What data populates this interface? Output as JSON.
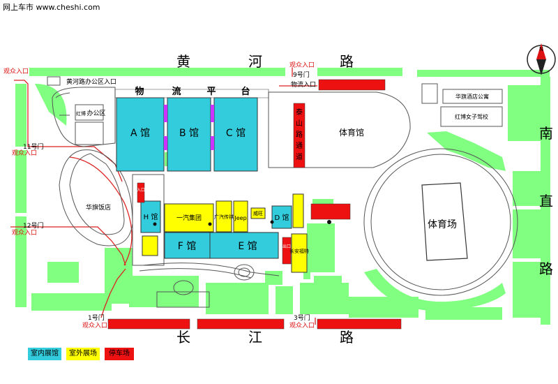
{
  "site": "网上车市 www.cheshi.com",
  "roads": {
    "north": [
      "黄",
      "河",
      "路"
    ],
    "south": [
      "长",
      "江",
      "路"
    ],
    "east": [
      "南",
      "直",
      "路"
    ],
    "logistics": [
      "物",
      "流",
      "平",
      "台"
    ],
    "taishan": [
      "泰",
      "山",
      "路",
      "通",
      "道"
    ]
  },
  "gates": {
    "visitor_entrance": "观众入口",
    "gate9": "9号门",
    "logistics_entrance": "物流入口",
    "huanghe_office_entrance": "黄河路办公区入口",
    "gate11": "11号门",
    "gate12": "12号门",
    "gate1": "1号门",
    "gate3": "3号门",
    "entrance_short": "入口",
    "exit_short": "出口"
  },
  "buildings": {
    "hall_a": "A 馆",
    "hall_b": "B 馆",
    "hall_c": "C 馆",
    "hall_d": "D 馆",
    "hall_e": "E 馆",
    "hall_f": "F 馆",
    "hall_h": "H 馆",
    "gymnasium": "体育馆",
    "stadium": "体育场",
    "huaqi_hotel": "华旗饭店",
    "office_area": "办公区",
    "hongbo": "红博",
    "huaqi_apartment": "华旗酒店公寓",
    "hongbo_school": "红博女子驾校",
    "faw": "一汽集团",
    "gac": "广汽传祺",
    "jeep": "Jeep",
    "changan": "长安福特",
    "extra_tag": "威旺"
  },
  "legend": {
    "indoor": "室内展馆",
    "outdoor": "室外展场",
    "parking": "停车场"
  },
  "colors": {
    "green": "#80ff80",
    "cyan": "#33ccdd",
    "yellow": "#ffff00",
    "red": "#ee1111",
    "magenta": "#cc33ff"
  },
  "compass": "N"
}
